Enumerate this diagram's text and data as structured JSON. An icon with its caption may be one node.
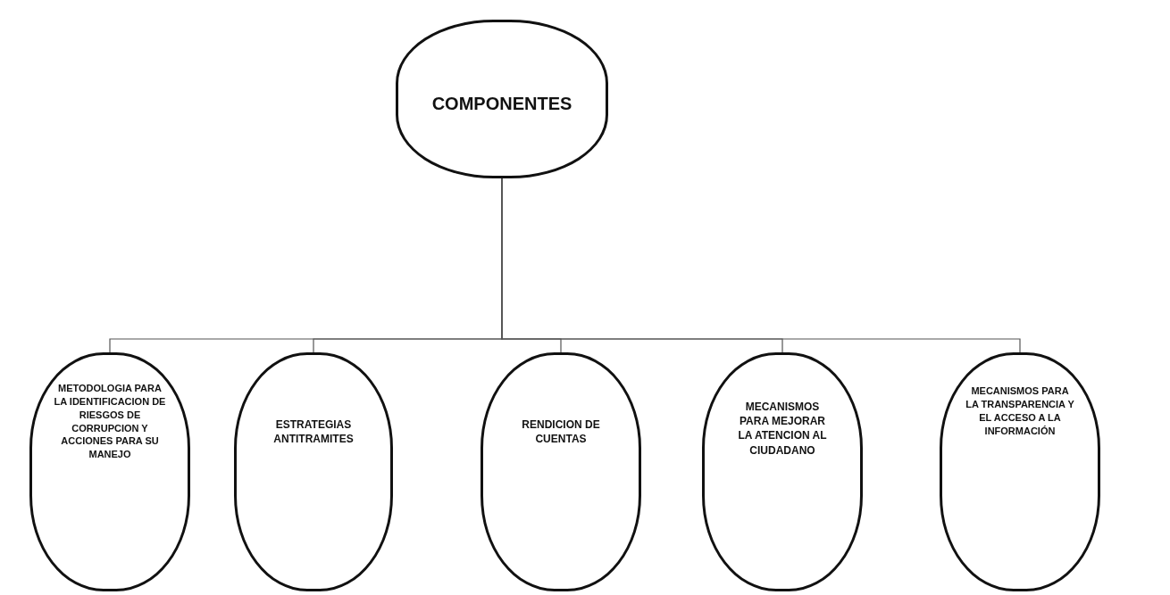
{
  "diagram": {
    "nodes": [
      {
        "text": [
          "COMPONENTES"
        ]
      },
      {
        "text": [
          "METODOLOGIA PARA LA IDENTIFICACION DE RIESGOS DE CORRUPCION Y ACCIONES PARA SU MANEJO"
        ]
      },
      {
        "text": [
          "ESTRATEGIAS ANTITRAMITES"
        ]
      },
      {
        "text": [
          "RENDICION DE CUENTAS"
        ]
      },
      {
        "text": [
          "MECANISMOS PARA MEJORAR LA ATENCION AL CIUDADANO"
        ]
      },
      {
        "text": [
          "MECANISMOS PARA LA TRANSPARENCIA Y EL ACCESO A LA INFORMACIÓN"
        ]
      }
    ],
    "edges": [
      {
        "from": 0,
        "to": 1,
        "arrow": "none"
      },
      {
        "from": 0,
        "to": 2,
        "arrow": "none"
      },
      {
        "from": 0,
        "to": 3,
        "arrow": "none"
      },
      {
        "from": 0,
        "to": 4,
        "arrow": "none"
      },
      {
        "from": 0,
        "to": 5,
        "arrow": "none"
      }
    ]
  }
}
